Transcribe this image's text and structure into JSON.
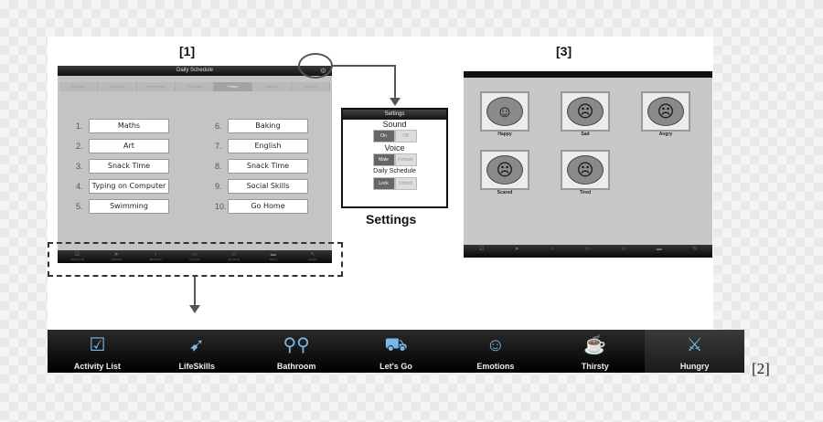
{
  "labels": {
    "one": "[1]",
    "two": "[2]",
    "three": "[3]",
    "settings_caption": "Settings"
  },
  "screen1": {
    "title": "Daily Schedule",
    "days": [
      "Monday",
      "Tuesday",
      "Wednesday",
      "Thursday",
      "Friday",
      "Saturday",
      "Sunday"
    ],
    "active_day": "Friday",
    "items_left": [
      {
        "num": "1.",
        "label": "Maths"
      },
      {
        "num": "2.",
        "label": "Art"
      },
      {
        "num": "3.",
        "label": "Snack Time"
      },
      {
        "num": "4.",
        "label": "Typing on Computer"
      },
      {
        "num": "5.",
        "label": "Swimming"
      }
    ],
    "items_right": [
      {
        "num": "6.",
        "label": "Baking"
      },
      {
        "num": "7.",
        "label": "English"
      },
      {
        "num": "8.",
        "label": "Snack Time"
      },
      {
        "num": "9.",
        "label": "Social Skills"
      },
      {
        "num": "10.",
        "label": "Go Home"
      }
    ],
    "tabs": [
      "Activity List",
      "LifeSkills",
      "Bathroom",
      "Let's Go",
      "Emotions",
      "Thirsty",
      "Hungry"
    ]
  },
  "settings": {
    "title": "Settings",
    "sound_label": "Sound",
    "sound_on": "On",
    "sound_off": "Off",
    "voice_label": "Voice",
    "voice_male": "Male",
    "voice_female": "Female",
    "schedule_label": "Daily Schedule",
    "lock": "Lock",
    "unlock": "Unlock"
  },
  "screen3": {
    "emotions": [
      {
        "label": "Happy",
        "icon": "happy-face"
      },
      {
        "label": "Sad",
        "icon": "sad-face"
      },
      {
        "label": "Angry",
        "icon": "angry-face"
      },
      {
        "label": "Scared",
        "icon": "scared-face"
      },
      {
        "label": "Tired",
        "icon": "tired-face"
      }
    ]
  },
  "tabbar": {
    "tabs": [
      {
        "label": "Activity List",
        "icon": "checklist-icon"
      },
      {
        "label": "LifeSkills",
        "icon": "lifeskills-icon"
      },
      {
        "label": "Bathroom",
        "icon": "bathroom-icon"
      },
      {
        "label": "Let's Go",
        "icon": "car-icon"
      },
      {
        "label": "Emotions",
        "icon": "smiley-icon"
      },
      {
        "label": "Thirsty",
        "icon": "cup-icon"
      },
      {
        "label": "Hungry",
        "icon": "utensils-icon"
      }
    ],
    "selected": "Hungry"
  },
  "colors": {
    "icon_blue": "#79b8e8",
    "bar_dark": "#000000",
    "screen_gray": "#c4c4c4"
  }
}
